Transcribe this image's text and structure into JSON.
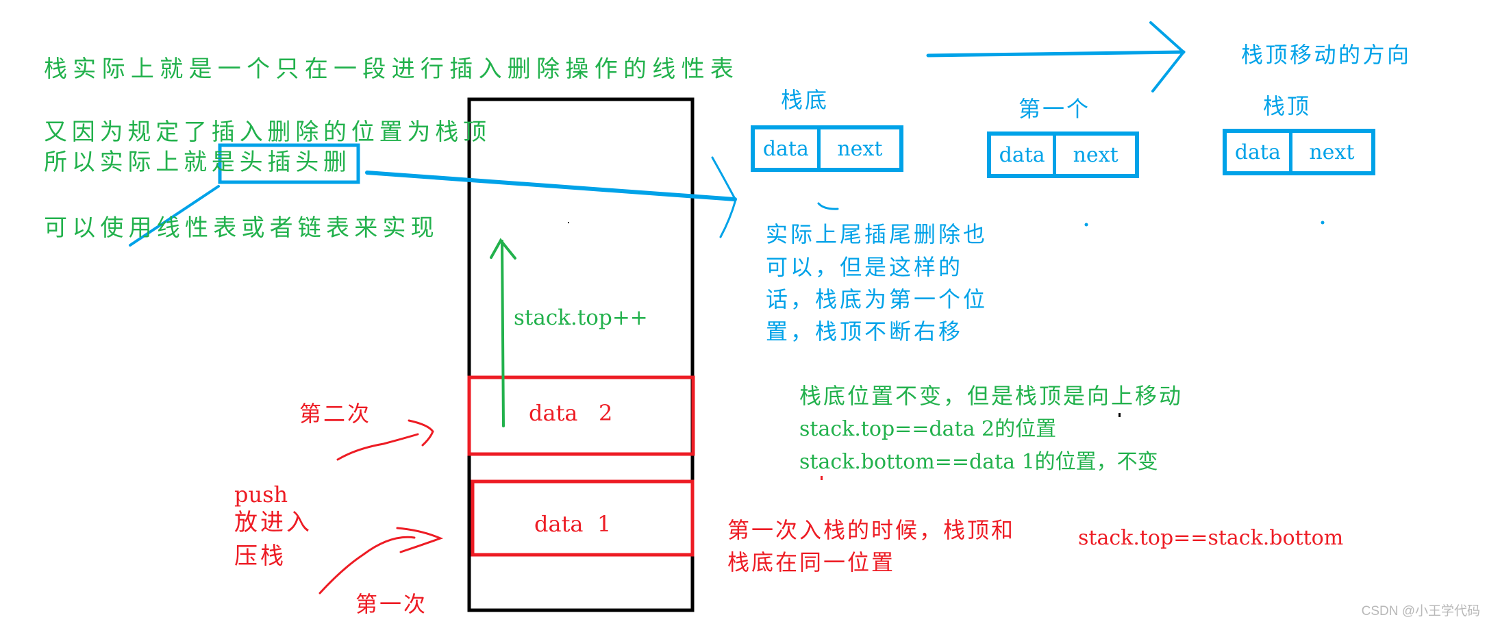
{
  "colors": {
    "green": "#22b14c",
    "blue": "#00a2e8",
    "red": "#ed1c24",
    "black": "#000000",
    "watermark": "#b8b8b8"
  },
  "notes_left": {
    "line1": "栈实际上就是一个只在一段进行插入删除操作的线性表",
    "line2": "又因为规定了插入删除的位置为栈顶",
    "line3_prefix": "所以实际上就是",
    "line3_highlight": "头插头删",
    "line4": "可以使用线性表或者链表来实现"
  },
  "stack": {
    "increment_label": "stack.top++",
    "slots": [
      {
        "label": "data   2",
        "order": "second"
      },
      {
        "label": "data  1",
        "order": "first"
      }
    ]
  },
  "push_labels": {
    "push": "push",
    "put_in": "放进入",
    "press": "压栈",
    "second": "第二次",
    "first": "第一次"
  },
  "linked_list": {
    "direction_label": "栈顶移动的方向",
    "nodes": [
      {
        "title": "栈底",
        "data": "data",
        "next": "next"
      },
      {
        "title": "第一个",
        "data": "data",
        "next": "next"
      },
      {
        "title": "栈顶",
        "data": "data",
        "next": "next"
      }
    ],
    "tail_note": [
      "实际上尾插尾删除也",
      "可以，但是这样的",
      "话，栈底为第一个位",
      "置，栈顶不断右移"
    ]
  },
  "notes_right": {
    "green_lines": [
      "栈底位置不变，但是栈顶是向上移动",
      "stack.top==data 2的位置",
      "stack.bottom==data 1的位置，不变"
    ],
    "red_lines": [
      "第一次入栈的时候，栈顶和",
      "栈底在同一位置"
    ],
    "red_equation": "stack.top==stack.bottom"
  },
  "watermark": "CSDN @小王学代码"
}
